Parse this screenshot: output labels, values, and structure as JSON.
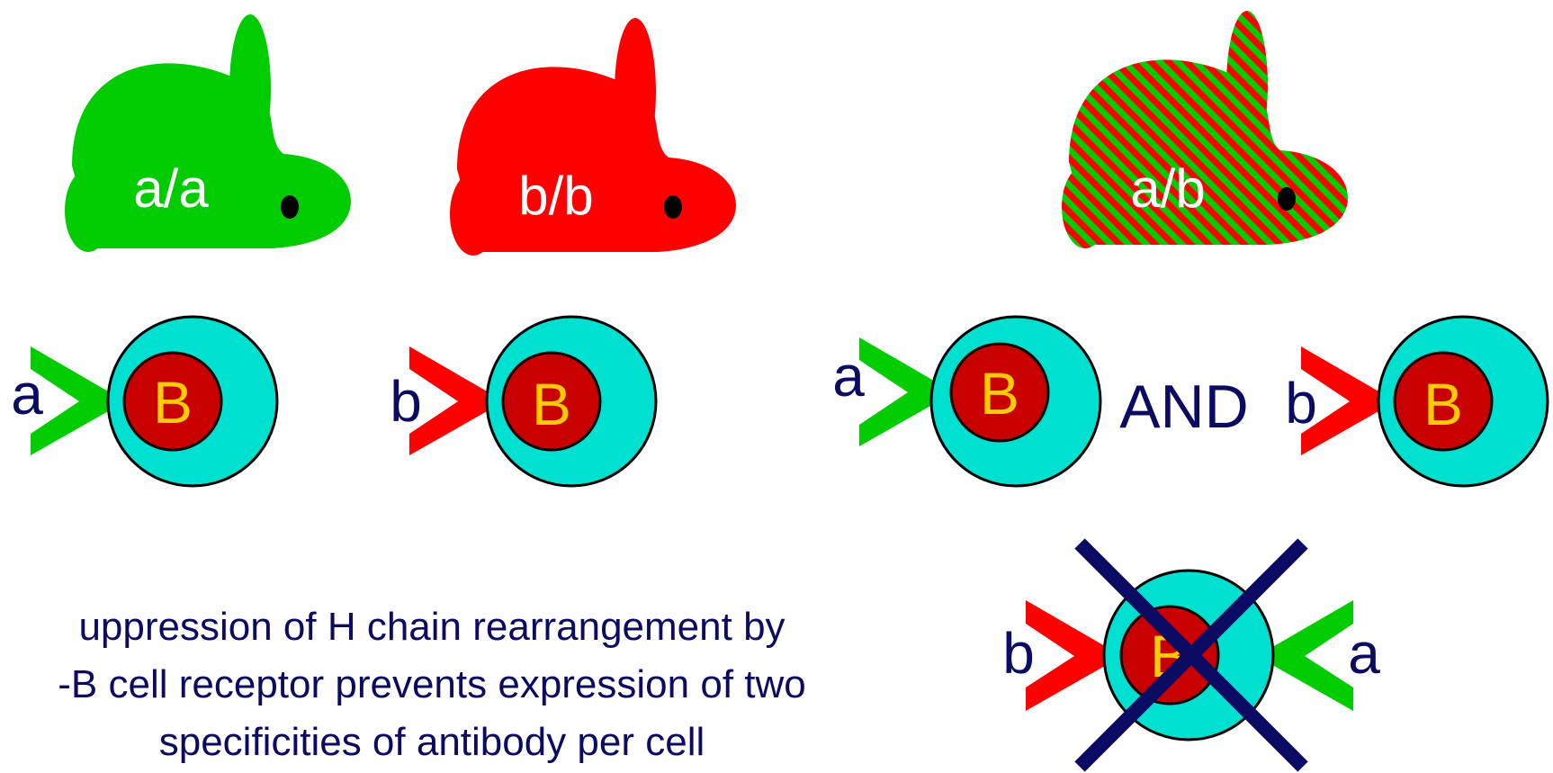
{
  "colors": {
    "green": "#00cc00",
    "red": "#ff0000",
    "cyan": "#00e0d0",
    "nucleus": "#c80000",
    "nucleus_text": "#ffcc00",
    "navy": "#0b0b63",
    "eye": "#000000",
    "white_text": "#ffffff"
  },
  "rabbits": [
    {
      "genotype": "a/a",
      "fill": "green"
    },
    {
      "genotype": "b/b",
      "fill": "red"
    },
    {
      "genotype": "a/b",
      "fill": "striped-red-green"
    }
  ],
  "cells": [
    {
      "receptor_label": "a",
      "receptor_color": "green",
      "cell_label": "B"
    },
    {
      "receptor_label": "b",
      "receptor_color": "red",
      "cell_label": "B"
    },
    {
      "receptor_label": "a",
      "receptor_color": "green",
      "cell_label": "B"
    },
    {
      "receptor_label": "b",
      "receptor_color": "red",
      "cell_label": "B"
    }
  ],
  "and_label": "AND",
  "crossed_cell": {
    "left_receptor_label": "b",
    "right_receptor_label": "a",
    "cell_label": "B",
    "crossed_out": true
  },
  "caption": {
    "line1": "uppression of H chain rearrangement by",
    "line2": "-B cell receptor prevents expression of two",
    "line3": "specificities of antibody per cell"
  }
}
